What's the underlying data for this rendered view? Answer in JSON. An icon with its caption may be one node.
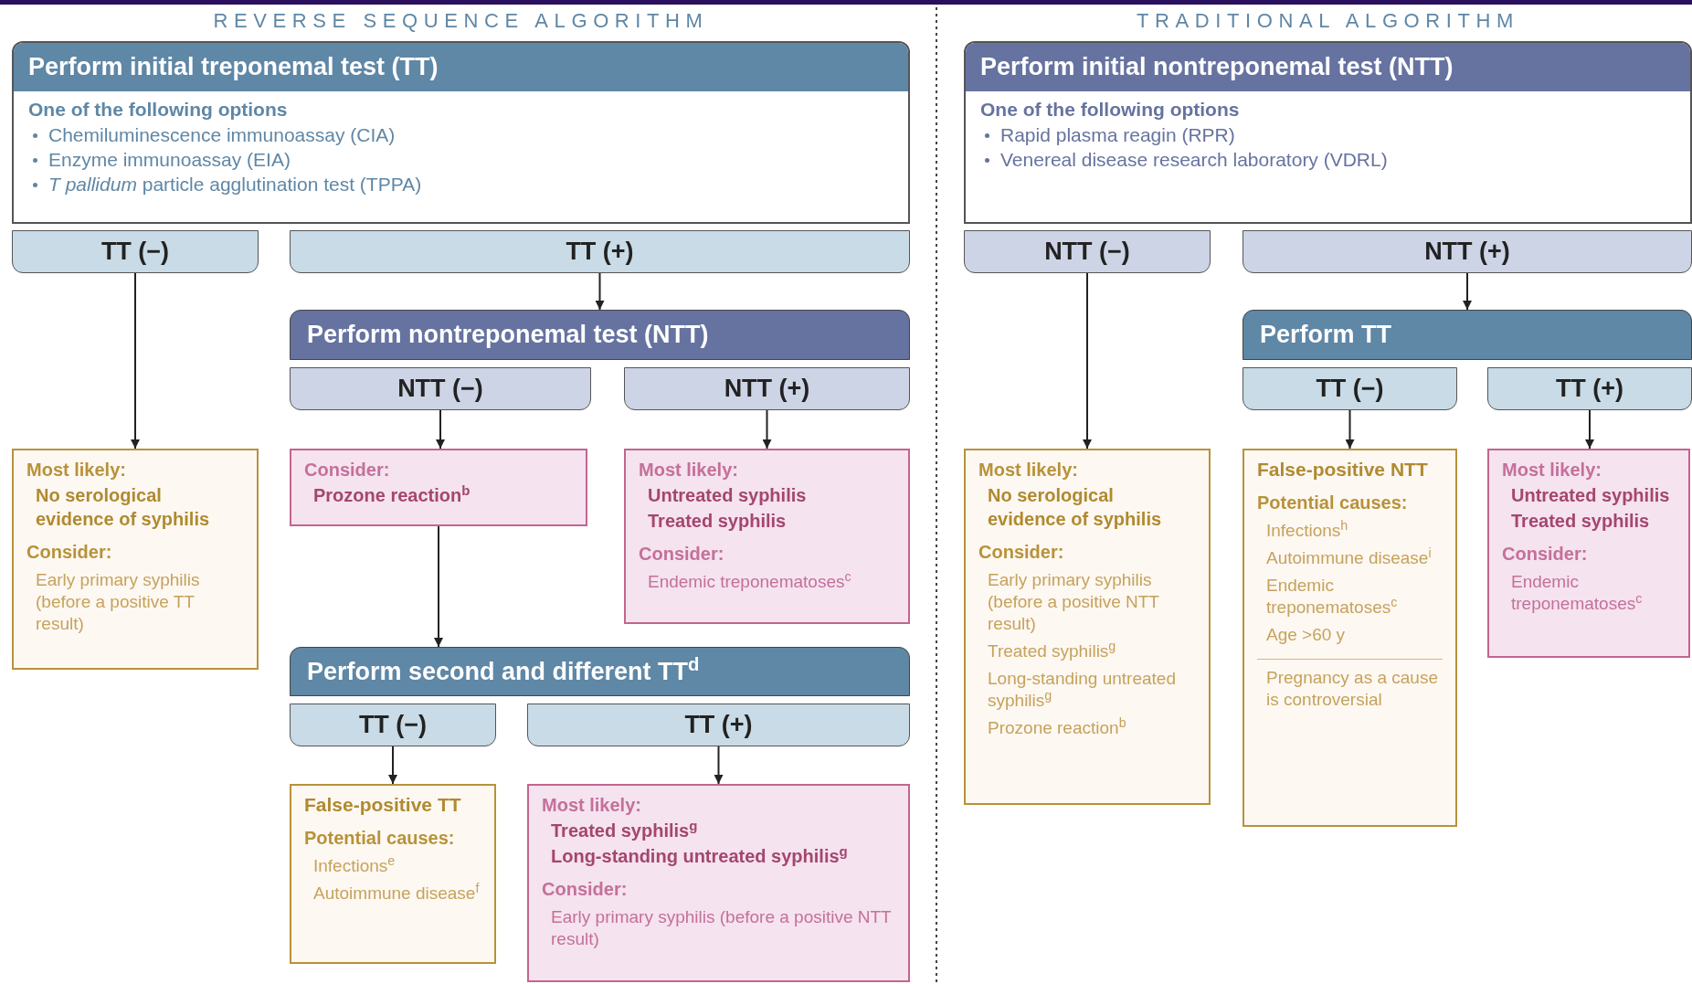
{
  "diagram": {
    "nodes": [
      {
        "text": [
          "Perform initial treponemal test (TT)",
          "One of the following options",
          "Chemiluminescence immunoassay (CIA)",
          "Enzyme immunoassay (EIA)",
          "*T pallidum* particle agglutination test (TPPA)"
        ]
      },
      {
        "text": [
          "TT (−)"
        ]
      },
      {
        "text": [
          "TT (+)"
        ]
      },
      {
        "text": [
          "Perform nontreponemal test (NTT)"
        ]
      },
      {
        "text": [
          "NTT (−)"
        ]
      },
      {
        "text": [
          "NTT (+)"
        ]
      },
      {
        "text": [
          "Most likely:",
          "No serological evidence of syphilis",
          "Consider:",
          "Early primary syphilis (before a positive TT result)"
        ]
      },
      {
        "text": [
          "Consider:",
          "Prozone reaction$^{b}$"
        ]
      },
      {
        "text": [
          "Most likely:",
          "Untreated syphilis",
          "Treated syphilis",
          "Consider:",
          "Endemic treponematoses$^{c}$"
        ]
      },
      {
        "text": [
          "Perform second and different TT$^{d}$"
        ]
      },
      {
        "text": [
          "TT (−)"
        ]
      },
      {
        "text": [
          "TT (+)"
        ]
      },
      {
        "text": [
          "False-positive TT",
          "Potential causes:",
          "Infections$^{e}$",
          "Autoimmune disease$^{f}$"
        ]
      },
      {
        "text": [
          "Most likely:",
          "Treated syphilis$^{g}$",
          "Long-standing untreated syphilis$^{g}$",
          "Consider:",
          "Early primary syphilis (before a positive NTT result)"
        ]
      },
      {
        "text": [
          "Perform initial nontreponemal test (NTT)",
          "One of the following options",
          "Rapid plasma reagin (RPR)",
          "Venereal disease research laboratory (VDRL)"
        ]
      },
      {
        "text": [
          "NTT (−)"
        ]
      },
      {
        "text": [
          "NTT (+)"
        ]
      },
      {
        "text": [
          "Perform TT"
        ]
      },
      {
        "text": [
          "TT (−)"
        ]
      },
      {
        "text": [
          "TT (+)"
        ]
      },
      {
        "text": [
          "Most likely:",
          "No serological evidence of syphilis",
          "Consider:",
          "Early primary syphilis (before a positive NTT result)",
          "Treated syphilis$^{g}$",
          "Long-standing untreated syphilis$^{g}$",
          "Prozone reaction$^{b}$"
        ]
      },
      {
        "text": [
          "False-positive NTT",
          "Potential causes:",
          "Infections$^{h}$",
          "Autoimmune disease$^{i}$",
          "Endemic treponematoses$^{c}$",
          "Age >60 y",
          "Pregnancy as a cause is controversial"
        ]
      },
      {
        "text": [
          "Most likely:",
          "Untreated syphilis",
          "Treated syphilis",
          "Consider:",
          "Endemic treponematoses$^{c}$"
        ]
      }
    ],
    "edges": [
      {
        "from": 1,
        "to": 6,
        "arrow": "to"
      },
      {
        "from": 2,
        "to": 3,
        "arrow": "to"
      },
      {
        "from": 4,
        "to": 7,
        "arrow": "to"
      },
      {
        "from": 5,
        "to": 8,
        "arrow": "to"
      },
      {
        "from": 7,
        "to": 9,
        "arrow": "to"
      },
      {
        "from": 10,
        "to": 12,
        "arrow": "to"
      },
      {
        "from": 11,
        "to": 13,
        "arrow": "to"
      },
      {
        "from": 15,
        "to": 20,
        "arrow": "to"
      },
      {
        "from": 16,
        "to": 17,
        "arrow": "to"
      },
      {
        "from": 18,
        "to": 21,
        "arrow": "to"
      },
      {
        "from": 19,
        "to": 22,
        "arrow": "to"
      }
    ],
    "labels": [
      "REVERSE SEQUENCE ALGORITHM",
      "TRADITIONAL ALGORITHM"
    ]
  }
}
